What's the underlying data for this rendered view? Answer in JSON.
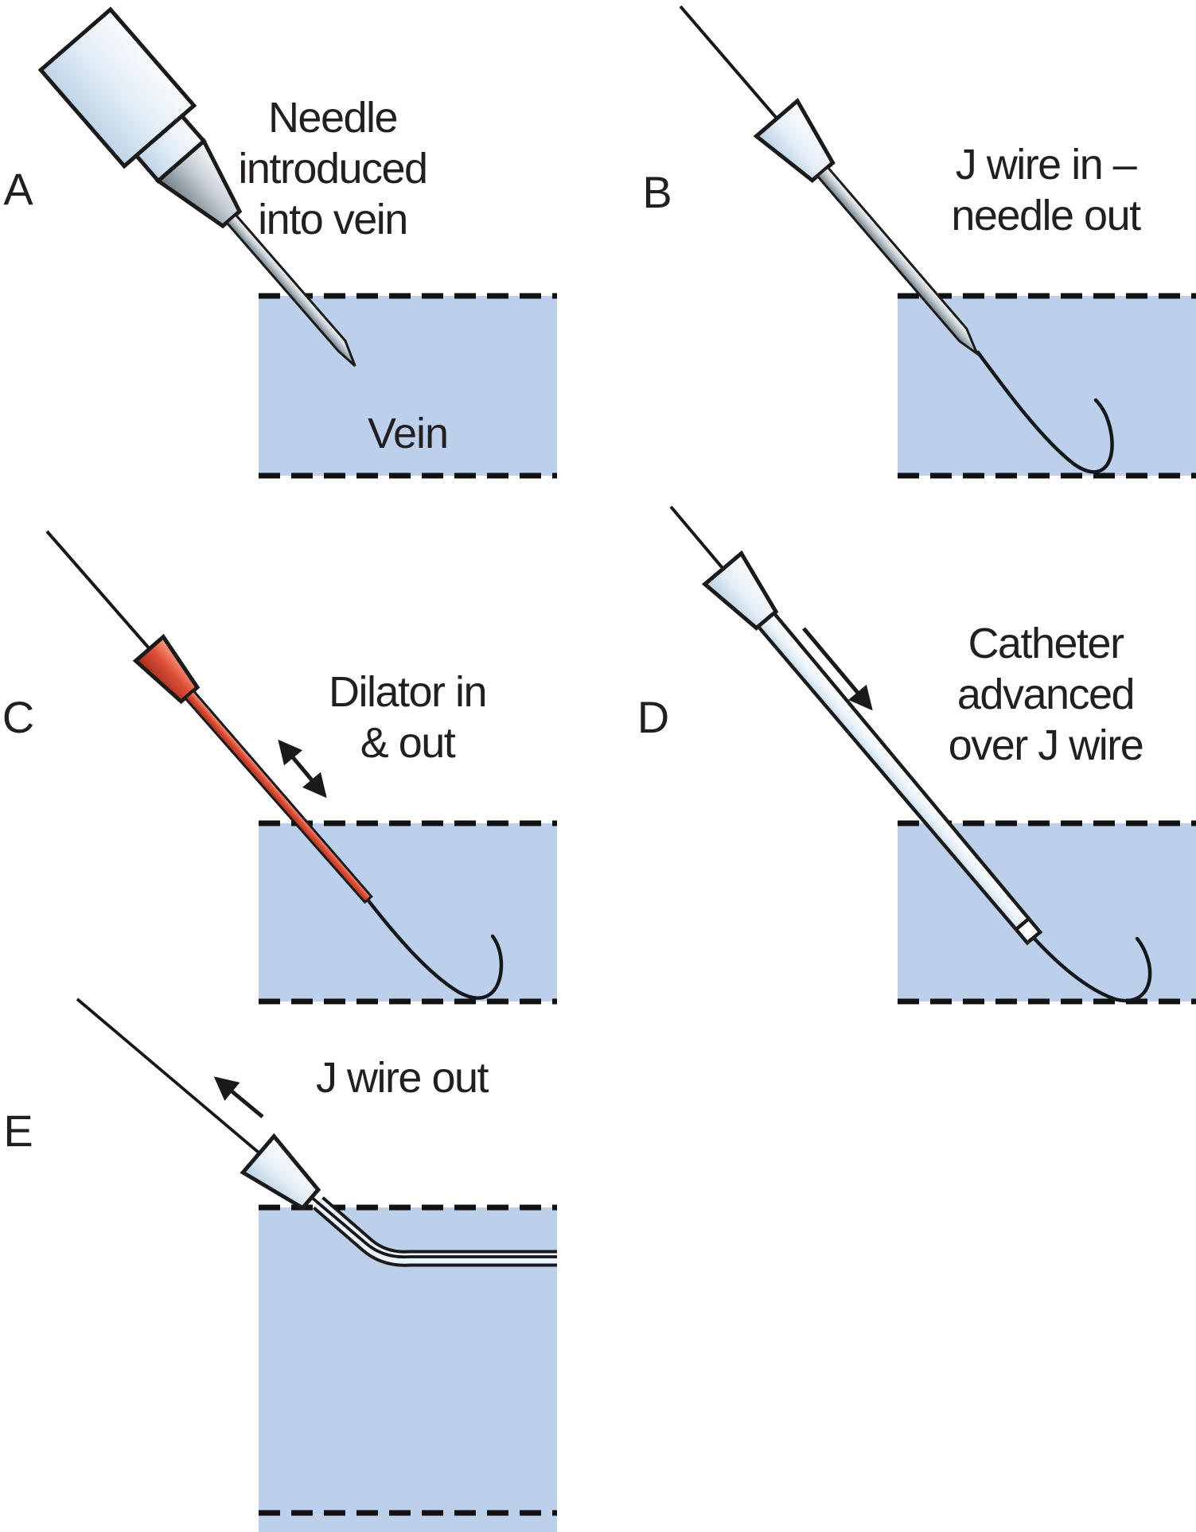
{
  "figure_type": "medical-procedure-diagram",
  "colors": {
    "background": "#ffffff",
    "vein_fill": "#bcd0eb",
    "outline": "#1a1a1a",
    "text": "#231f20",
    "dilator_red": "#e05038",
    "hub_light_blue": "#dce9f4",
    "needle_metal": "#aeb8bf"
  },
  "panels": [
    {
      "id": "A",
      "label": "A",
      "caption_lines": [
        "Needle",
        "introduced",
        "into vein"
      ],
      "vein_label": "Vein"
    },
    {
      "id": "B",
      "label": "B",
      "caption_lines": [
        "J wire in –",
        "needle out"
      ]
    },
    {
      "id": "C",
      "label": "C",
      "caption_lines": [
        "Dilator in",
        "& out"
      ]
    },
    {
      "id": "D",
      "label": "D",
      "caption_lines": [
        "Catheter",
        "advanced",
        "over J wire"
      ]
    },
    {
      "id": "E",
      "label": "E",
      "caption_lines": [
        "J wire out"
      ]
    }
  ]
}
